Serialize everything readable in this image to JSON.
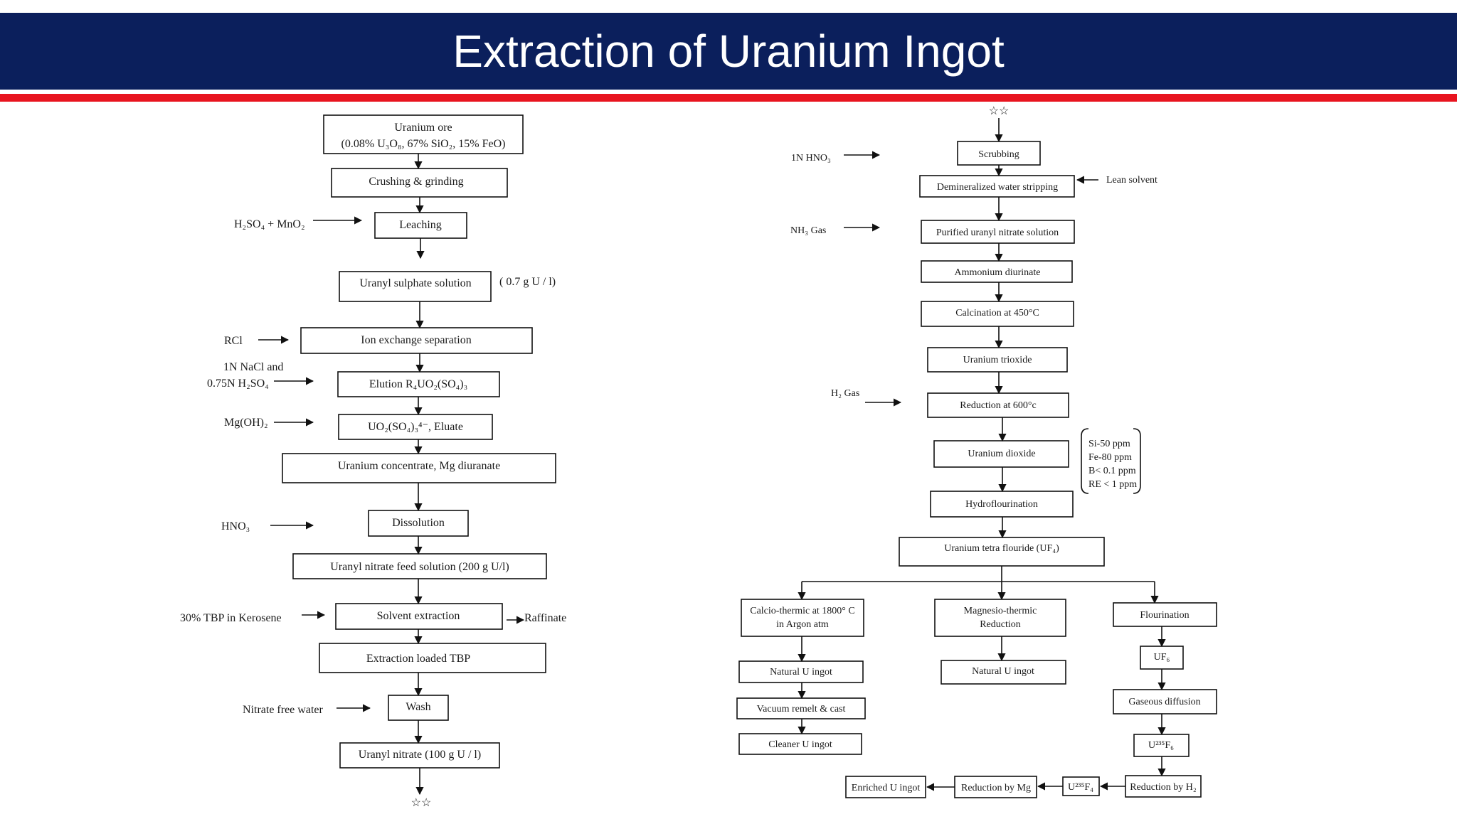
{
  "header": {
    "title": "Extraction of Uranium Ingot"
  },
  "left_flow": {
    "ore_line1": "Uranium  ore",
    "ore_line2": "(0.08% U₃O₈, 67% SiO₂, 15% FeO)",
    "crushing": "Crushing & grinding",
    "leaching": "Leaching",
    "leach_reagent": "H₂SO₄ + MnO₂",
    "uranyl_sulphate": "Uranyl  sulphate  solution",
    "uranyl_sulphate_conc": "( 0.7 g U / l)",
    "ion_exchange": "Ion  exchange  separation",
    "ion_reagent": "RCl",
    "elution": "Elution   R₄UO₂(SO₄)₃",
    "elution_reagent_line1": "1N NaCl and",
    "elution_reagent_line2": "0.75N H₂SO₄",
    "eluate": "UO₂(SO₄)₃⁴⁻, Eluate",
    "eluate_reagent": "Mg(OH)₂",
    "concentrate": "Uranium  concentrate,  Mg diuranate",
    "dissolution": "Dissolution",
    "dissolution_reagent": "HNO₃",
    "feed_solution": "Uranyl nitrate feed solution (200 g U/l)",
    "solvent_extraction": "Solvent  extraction",
    "solvent_reagent": "30% TBP in Kerosene",
    "raffinate": "Raffinate",
    "loaded_tbp": "Extraction  loaded  TBP",
    "wash": "Wash",
    "wash_reagent": "Nitrate free water",
    "uranyl_nitrate": "Uranyl  nitrate (100 g U / l)",
    "connector_bottom": "☆☆"
  },
  "right_flow": {
    "connector_top": "☆☆",
    "scrubbing": "Scrubbing",
    "scrub_reagent": "1N HNO₃",
    "stripping": "Demineralized  water  stripping",
    "lean_solvent": "Lean solvent",
    "purified": "Purified  uranyl  nitrate  solution",
    "nh3": "NH₃ Gas",
    "diurinate": "Ammonium  diurinate",
    "calcination": "Calcination  at  450°C",
    "trioxide": "Uranium  trioxide",
    "reduction": "Reduction  at  600°c",
    "h2": "H₂ Gas",
    "dioxide": "Uranium  dioxide",
    "impurities": [
      "Si-50 ppm",
      "Fe-80 ppm",
      "B< 0.1 ppm",
      "RE < 1 ppm"
    ],
    "hydro": "Hydroflourination",
    "uf4": "Uranium  tetra flouride  (UF₄)",
    "calcio_line1": "Calcio-thermic at 1800° C",
    "calcio_line2": "in Argon atm",
    "magnesio_line1": "Magnesio-thermic",
    "magnesio_line2": "Reduction",
    "flourination": "Flourination",
    "natural_ingot_1": "Natural U ingot",
    "natural_ingot_2": "Natural U ingot",
    "uf6": "UF₆",
    "vacuum": "Vacuum remelt & cast",
    "gaseous": "Gaseous diffusion",
    "cleaner": "Cleaner U ingot",
    "u235f6": "U²³⁵F₆",
    "enriched": "Enriched U ingot",
    "reduction_mg": "Reduction by Mg",
    "u235f4": "U²³⁵F₄",
    "reduction_h2": "Reduction by H₂"
  }
}
